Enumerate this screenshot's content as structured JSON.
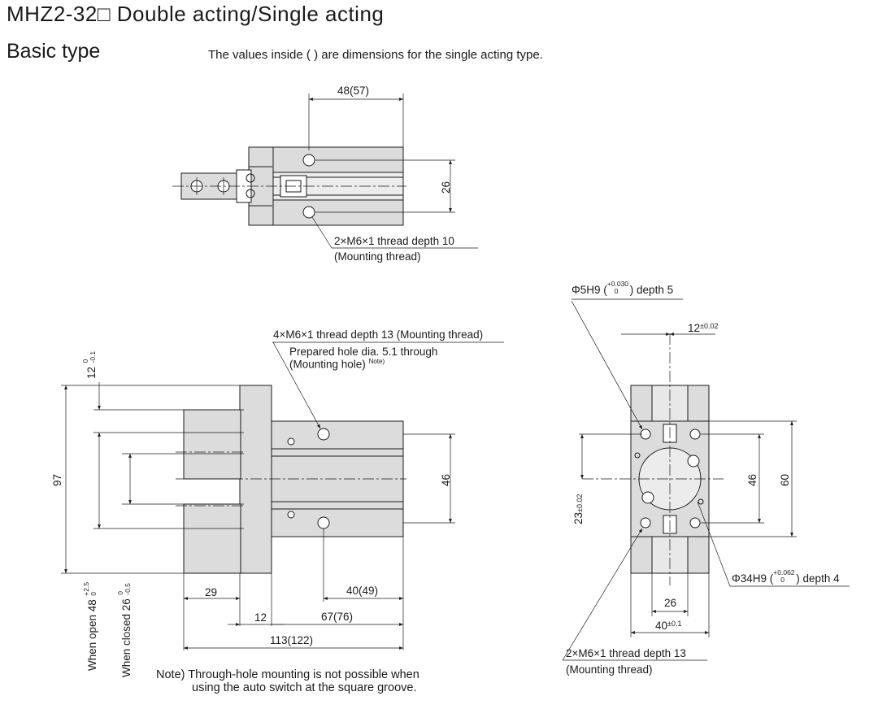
{
  "header": {
    "title": "MHZ2-32□ Double acting/Single acting",
    "subtitle": "Basic type",
    "note": "The values inside ( ) are dimensions for the single acting type."
  },
  "top_view": {
    "width_dim": "48(57)",
    "height_dim": "26",
    "thread_callout_1": "2×M6×1 thread depth 10",
    "thread_callout_2": "(Mounting thread)"
  },
  "front_view": {
    "callout_1": "4×M6×1 thread depth 13 (Mounting thread)",
    "callout_2": "Prepared hole dia. 5.1 through",
    "callout_3": "(Mounting hole)",
    "callout_3_sup": "Note)",
    "dim_overall_height": "97",
    "dim_finger_width": "12",
    "dim_finger_width_tol_up": "0",
    "dim_finger_width_tol_dn": "-0.1",
    "dim_body_height": "46",
    "dim_finger_len": "29",
    "dim_body_len": "40(49)",
    "dim_flange": "12",
    "dim_67": "67(76)",
    "dim_total": "113(122)",
    "open_label": "When open 48",
    "open_tol_up": "+2.5",
    "open_tol_dn": "0",
    "closed_label": "When closed 26",
    "closed_tol_up": "0",
    "closed_tol_dn": "-0.5"
  },
  "side_view": {
    "pin_hole": "Φ5H9 (",
    "pin_hole_tol_up": "+0.030",
    "pin_hole_tol_dn": "0",
    "pin_hole_tail": ") depth 5",
    "dim_12": "12",
    "dim_12_tol": "±0.02",
    "dim_23": "23",
    "dim_23_tol": "±0.02",
    "dim_46": "46",
    "dim_60": "60",
    "bore": "Φ34H9 (",
    "bore_tol_up": "+0.062",
    "bore_tol_dn": "0",
    "bore_tail": ") depth 4",
    "dim_26": "26",
    "dim_40": "40",
    "dim_40_tol": "±0.1",
    "thread_1": "2×M6×1 thread depth 13",
    "thread_2": "(Mounting thread)"
  },
  "footer": {
    "note_1": "Note) Through-hole mounting is not possible when",
    "note_2": "using the auto switch at the square groove."
  },
  "colors": {
    "body_fill": "#dcdcdc",
    "line": "#1a1a1a",
    "centerline": "#333333"
  }
}
